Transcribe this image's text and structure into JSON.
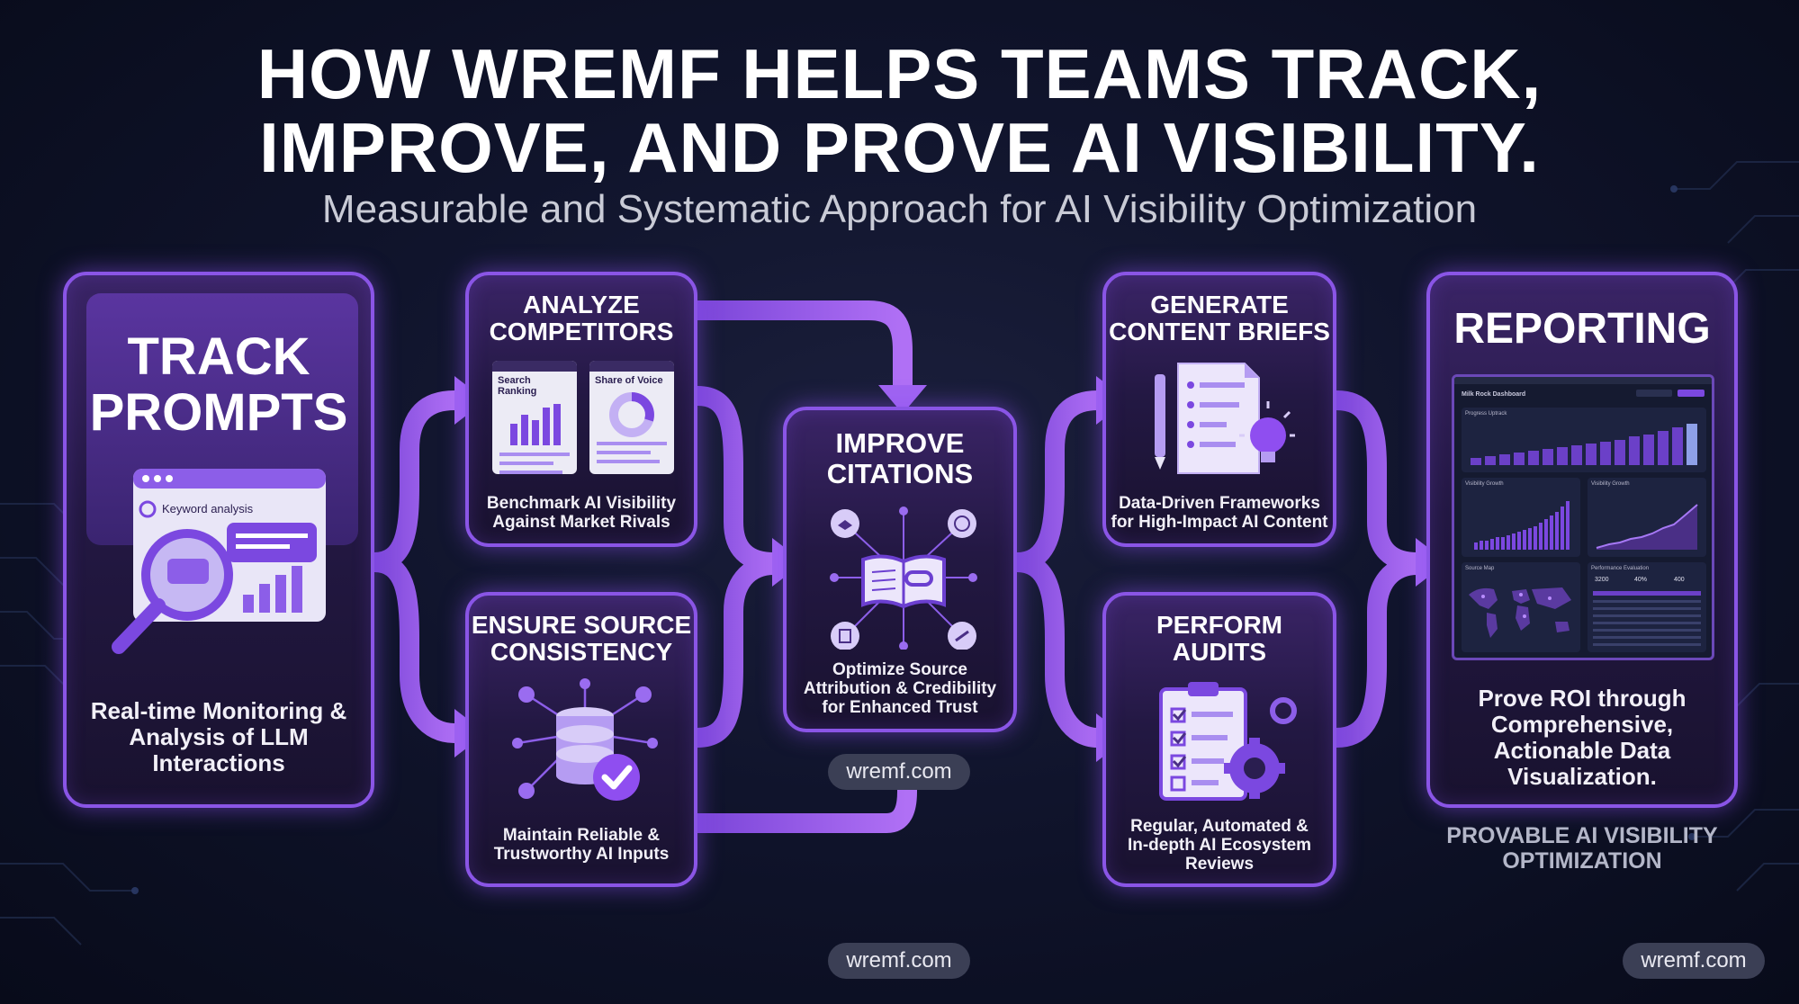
{
  "header": {
    "title_line1": "HOW WREMF HELPS TEAMS TRACK,",
    "title_line2": "IMPROVE, AND PROVE AI VISIBILITY.",
    "subtitle": "Measurable and Systematic Approach for AI Visibility Optimization"
  },
  "steps": {
    "track": {
      "title_line1": "TRACK",
      "title_line2": "PROMPTS",
      "search_label": "Keyword analysis",
      "desc_line1": "Real-time Monitoring &",
      "desc_line2": "Analysis of LLM",
      "desc_line3": "Interactions"
    },
    "analyze": {
      "title_line1": "ANALYZE",
      "title_line2": "COMPETITORS",
      "panel1": "Search Ranking",
      "panel2": "Share of Voice",
      "desc_line1": "Benchmark AI Visibility",
      "desc_line2": "Against Market Rivals"
    },
    "consistency": {
      "title_line1": "ENSURE SOURCE",
      "title_line2": "CONSISTENCY",
      "desc_line1": "Maintain Reliable &",
      "desc_line2": "Trustworthy AI Inputs"
    },
    "citations": {
      "title_line1": "IMPROVE",
      "title_line2": "CITATIONS",
      "desc_line1": "Optimize Source",
      "desc_line2": "Attribution & Credibility",
      "desc_line3": "for Enhanced Trust"
    },
    "briefs": {
      "title_line1": "GENERATE",
      "title_line2": "CONTENT BRIEFS",
      "desc_line1": "Data-Driven Frameworks",
      "desc_line2": "for High-Impact AI Content"
    },
    "audits": {
      "title_line1": "PERFORM",
      "title_line2": "AUDITS",
      "desc_line1": "Regular, Automated &",
      "desc_line2": "In-depth AI Ecosystem",
      "desc_line3": "Reviews"
    },
    "reporting": {
      "title": "REPORTING",
      "dashboard_title": "Milk Rock Dashboard",
      "panel_progress": "Progress Uptrack",
      "panel_vis_growth": "Visibility Growth",
      "panel_vis_growth2": "Visibility Growth",
      "panel_source_map": "Source Map",
      "panel_perf": "Performance Evaluation",
      "stat1": "3200",
      "stat2": "40%",
      "stat3": "400",
      "desc_line1": "Prove ROI through",
      "desc_line2": "Comprehensive,",
      "desc_line3": "Actionable Data",
      "desc_line4": "Visualization."
    }
  },
  "footer": {
    "note_line1": "PROVABLE AI VISIBILITY",
    "note_line2": "OPTIMIZATION",
    "pill_center": "wremf.com",
    "pill_bottom": "wremf.com",
    "pill_right": "wremf.com"
  },
  "colors": {
    "accent": "#8a55e6",
    "background": "#0b0f22",
    "arrow": "#9a5ef0"
  }
}
